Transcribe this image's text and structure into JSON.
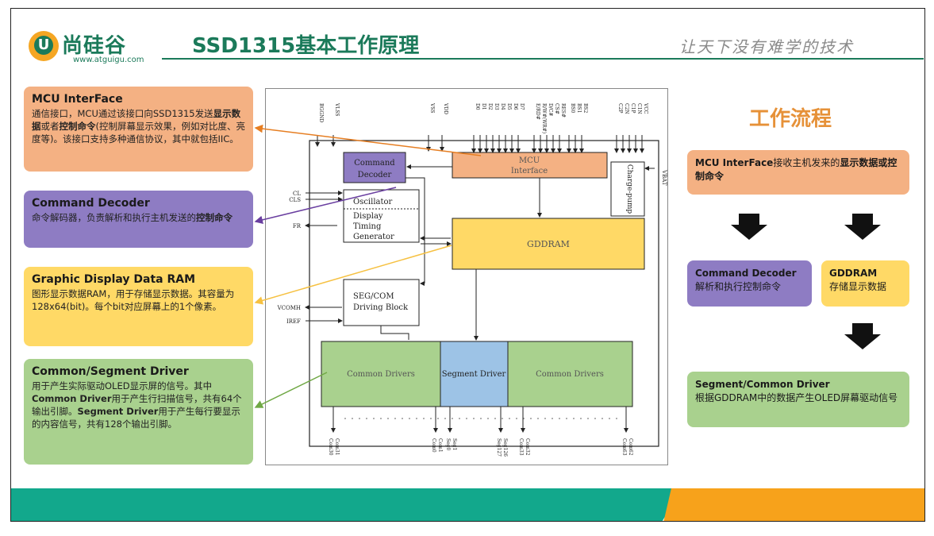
{
  "header": {
    "logo_mark": "U",
    "logo_text": "尚硅谷",
    "logo_url": "www.atguigu.com",
    "title": "SSD1315基本工作原理",
    "slogan": "让天下没有难学的技术"
  },
  "cards": {
    "mcu": {
      "title": "MCU InterFace",
      "t1": "通信接口，MCU通过该接口向SSD1315发送",
      "b1": "显示数据",
      "t2": "或者",
      "b2": "控制命令",
      "t3": "(控制屏幕显示效果，例如对比度、亮度等)。该接口支持多种通信协议，其中就包括IIC。"
    },
    "decoder": {
      "title": "Command Decoder",
      "t1": "命令解码器，负责解析和执行主机发送的",
      "b1": "控制命令"
    },
    "gddram": {
      "title": "Graphic Display Data RAM",
      "t1": "图形显示数据RAM，用于存储显示数据。其容量为128x64(bit)。每个bit对应屏幕上的1个像素。"
    },
    "driver": {
      "title": "Common/Segment Driver",
      "t1": "用于产生实际驱动OLED显示屏的信号。其中",
      "b1": "Common Driver",
      "t2": "用于产生行扫描信号，共有64个输出引脚。",
      "b2": "Segment Driver",
      "t3": "用于产生每行要显示的内容信号，共有128个输出引脚。"
    }
  },
  "flow": {
    "title": "工作流程",
    "step1_a": "MCU InterFace",
    "step1_b": "接收主机发来的",
    "step1_c": "显示数据或控制命令",
    "step2a_title": "Command Decoder",
    "step2a_text": "解析和执行控制命令",
    "step2b_title": "GDDRAM",
    "step2b_text": "存储显示数据",
    "step3_title": "Segment/Common Driver",
    "step3_text": "根据GDDRAM中的数据产生OLED屏幕驱动信号"
  },
  "diagram": {
    "top_pins": [
      "BGGND",
      "VLSS",
      "VSS",
      "VDD",
      "D0",
      "D1",
      "D2",
      "D3",
      "D4",
      "D5",
      "D6",
      "D7",
      "E/RD#",
      "R/W#(WR#)",
      "D/C#",
      "CS#",
      "RES#",
      "BS0",
      "BS1",
      "BS2",
      "C2P",
      "C2N",
      "C1P",
      "C1N",
      "VCC"
    ],
    "left_pins": [
      "CL",
      "CLS",
      "FR",
      "VCOMH",
      "IREF"
    ],
    "right_pin": "VBAT",
    "bottom_pins": [
      "Com30",
      "Com31",
      "Com0",
      "Com1",
      "Seg0",
      "Seg1",
      "Seg127",
      "Seg126",
      "Com33",
      "Com32",
      "Com63",
      "Com62"
    ],
    "blocks": {
      "mcu_l1": "MCU",
      "mcu_l2": "Interface",
      "decoder_l1": "Command",
      "decoder_l2": "Decoder",
      "osc_l1": "Oscillator",
      "osc_l2": "Display",
      "osc_l3": "Timing",
      "osc_l4": "Generator",
      "gddram": "GDDRAM",
      "chargepump": "Charge-pump",
      "segcom_l1": "SEG/COM",
      "segcom_l2": "Driving Block",
      "common_left": "Common Drivers",
      "segment": "Segment Driver",
      "common_right": "Common Drivers"
    },
    "colors": {
      "mcu": "#f4b183",
      "decoder": "#8e7cc3",
      "gddram": "#ffd966",
      "common": "#a9d18e",
      "segment": "#9dc3e6"
    }
  }
}
